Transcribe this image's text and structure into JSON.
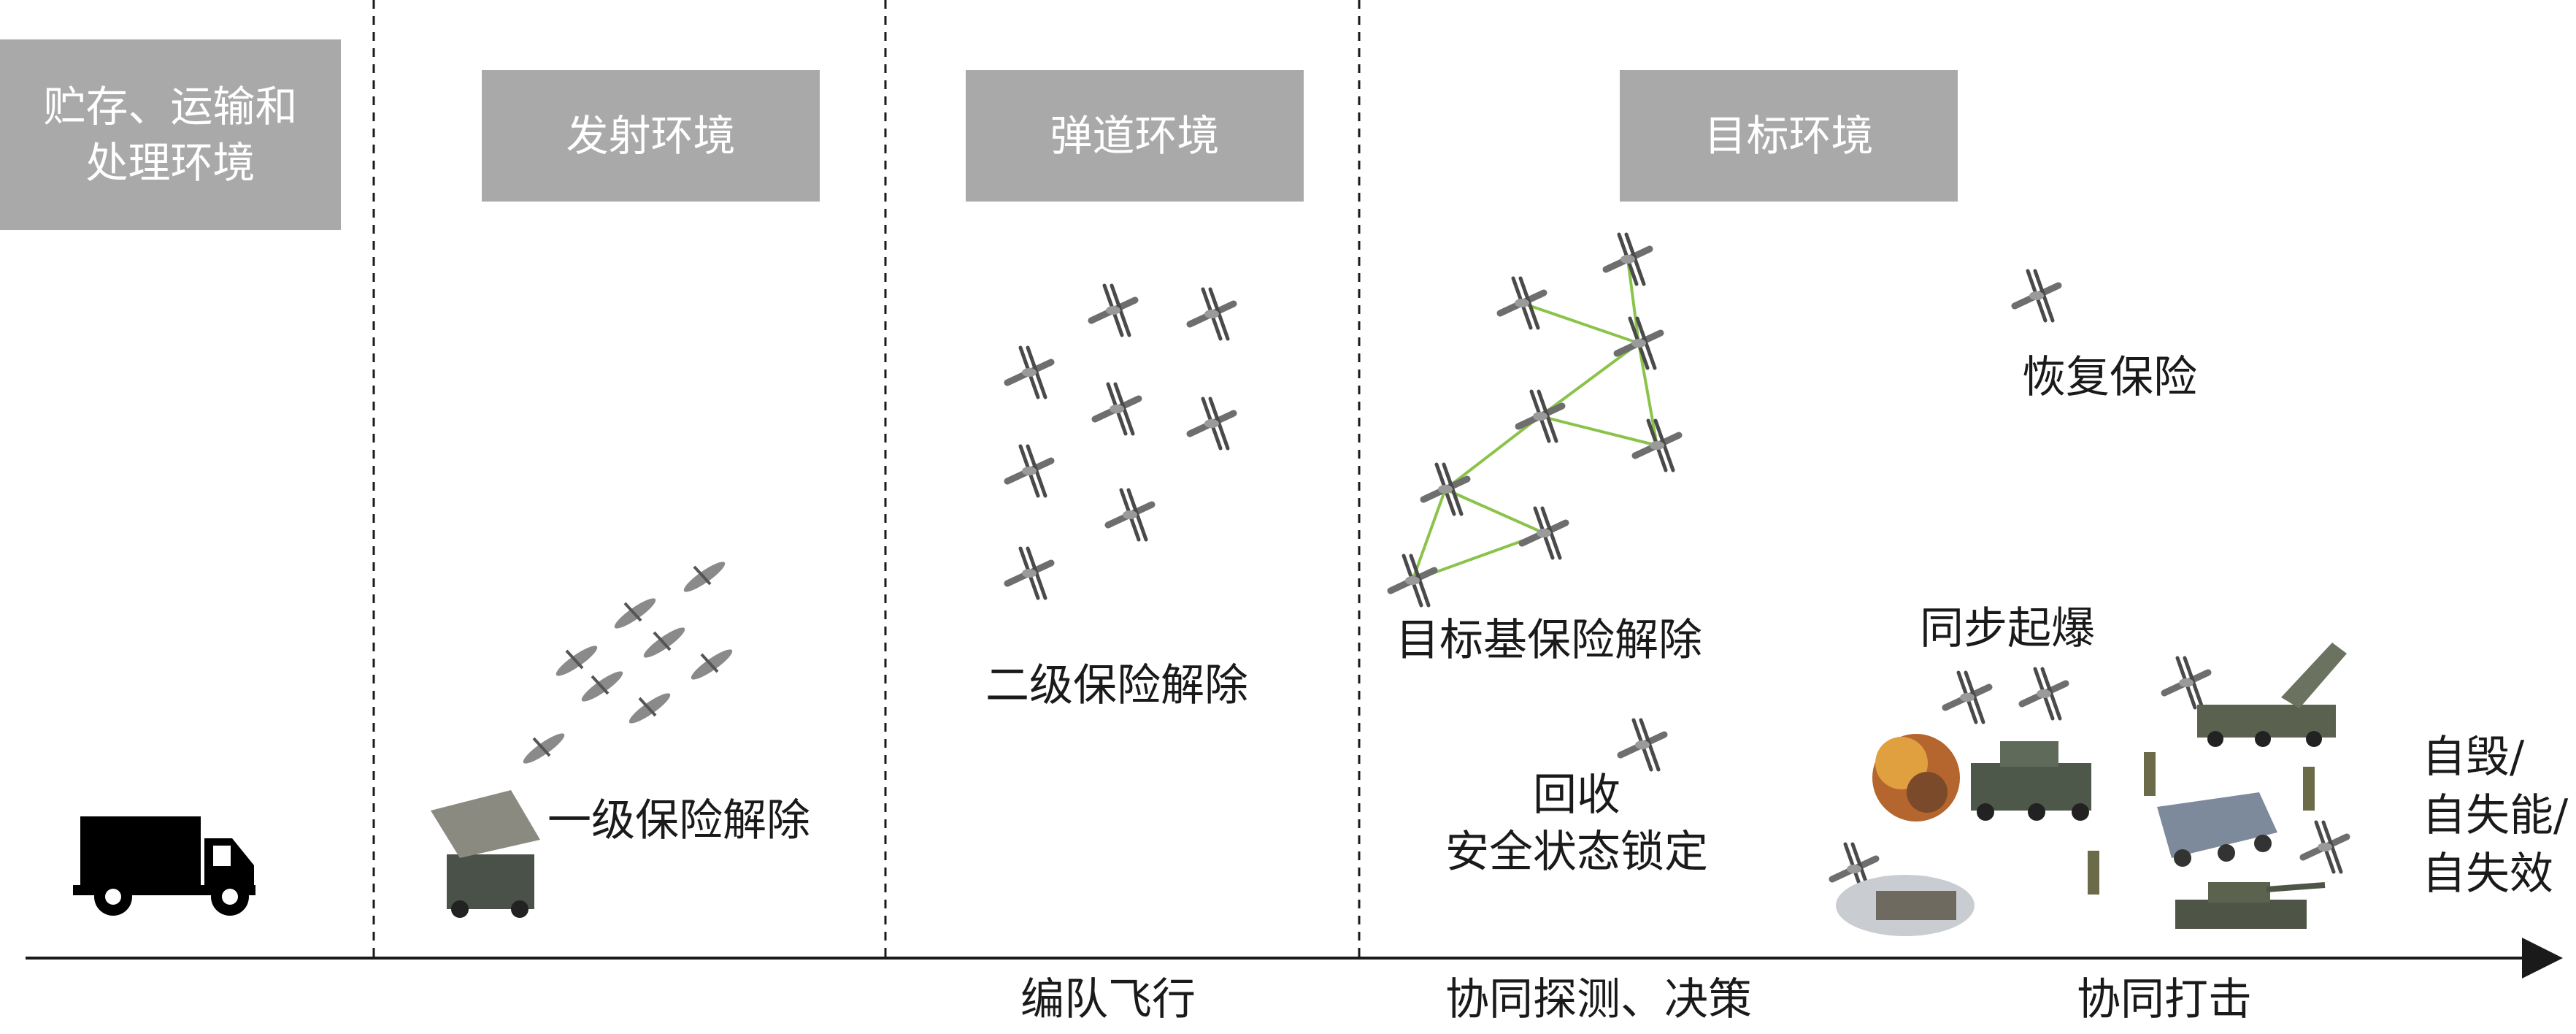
{
  "phases": [
    {
      "title_line1": "贮存、运输和",
      "title_line2": "处理环境"
    },
    {
      "title": "发射环境"
    },
    {
      "title": "弹道环境"
    },
    {
      "title": "目标环境"
    }
  ],
  "events": {
    "first_arm": "一级保险解除",
    "second_arm": "二级保险解除",
    "target_arm": "目标基保险解除",
    "recover_safe": "恢复保险",
    "sync_detonate": "同步起爆",
    "recover_line1": "回收",
    "recover_line2": "安全状态锁定",
    "self_destruct_line1": "自毁/",
    "self_destruct_line2": "自失能/",
    "self_destruct_line3": "自失效"
  },
  "timeline": {
    "formation_flight": "编队飞行",
    "cooperative_detection": "协同探测、决策",
    "cooperative_strike": "协同打击"
  },
  "colors": {
    "header_bg": "#a9a9a9",
    "link_green": "#8bc34a",
    "drone_gray": "#7d7d7d"
  }
}
